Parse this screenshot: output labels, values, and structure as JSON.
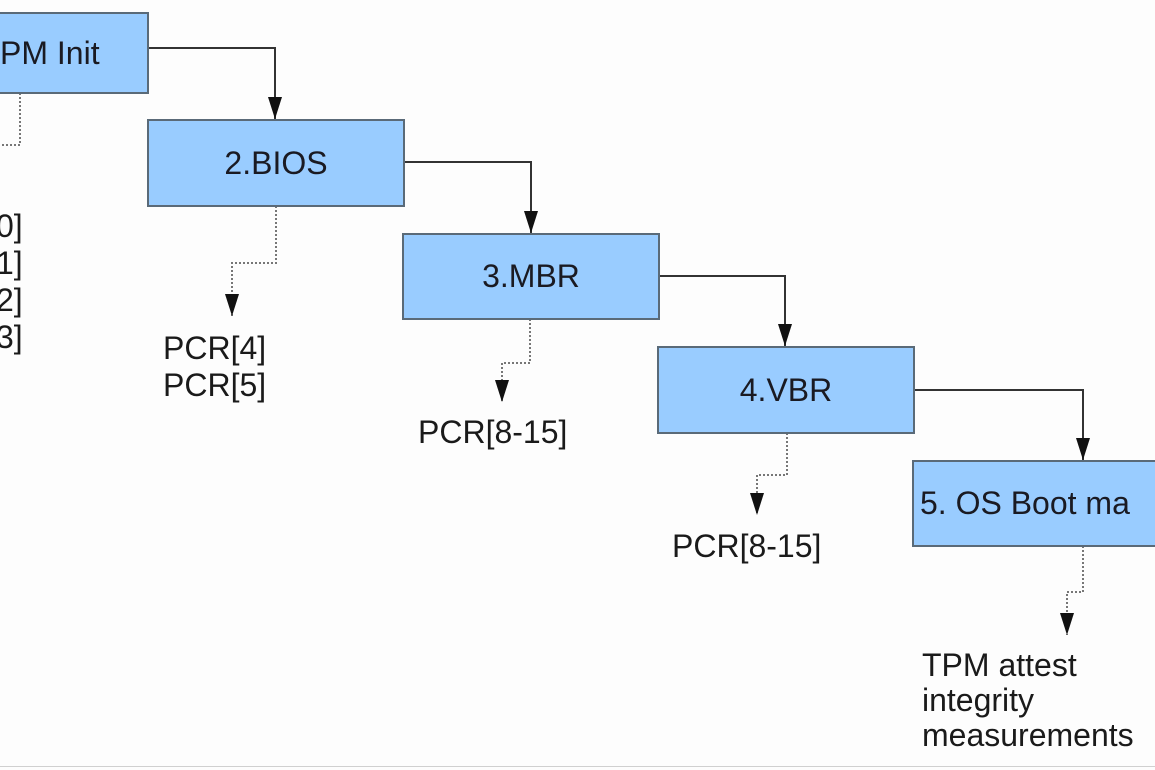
{
  "diagram": {
    "title": "Measured boot chain",
    "colors": {
      "box_fill": "#99ccff",
      "box_border": "#5a6a78",
      "arrow": "#222222"
    },
    "stages": [
      {
        "id": "tpm-init",
        "label": "PM Init"
      },
      {
        "id": "bios",
        "label": "2.BIOS"
      },
      {
        "id": "mbr",
        "label": "3.MBR"
      },
      {
        "id": "vbr",
        "label": "4.VBR"
      },
      {
        "id": "os-boot",
        "label": "5. OS Boot ma"
      }
    ],
    "measurements": [
      {
        "stage": "tpm-init",
        "text": "0]\n1]\n2]\n3]"
      },
      {
        "stage": "bios",
        "text": "PCR[4]\nPCR[5]"
      },
      {
        "stage": "mbr",
        "text": "PCR[8-15]"
      },
      {
        "stage": "vbr",
        "text": "PCR[8-15]"
      },
      {
        "stage": "os-boot",
        "text": "TPM attest\nintegrity\nmeasurements"
      }
    ]
  }
}
